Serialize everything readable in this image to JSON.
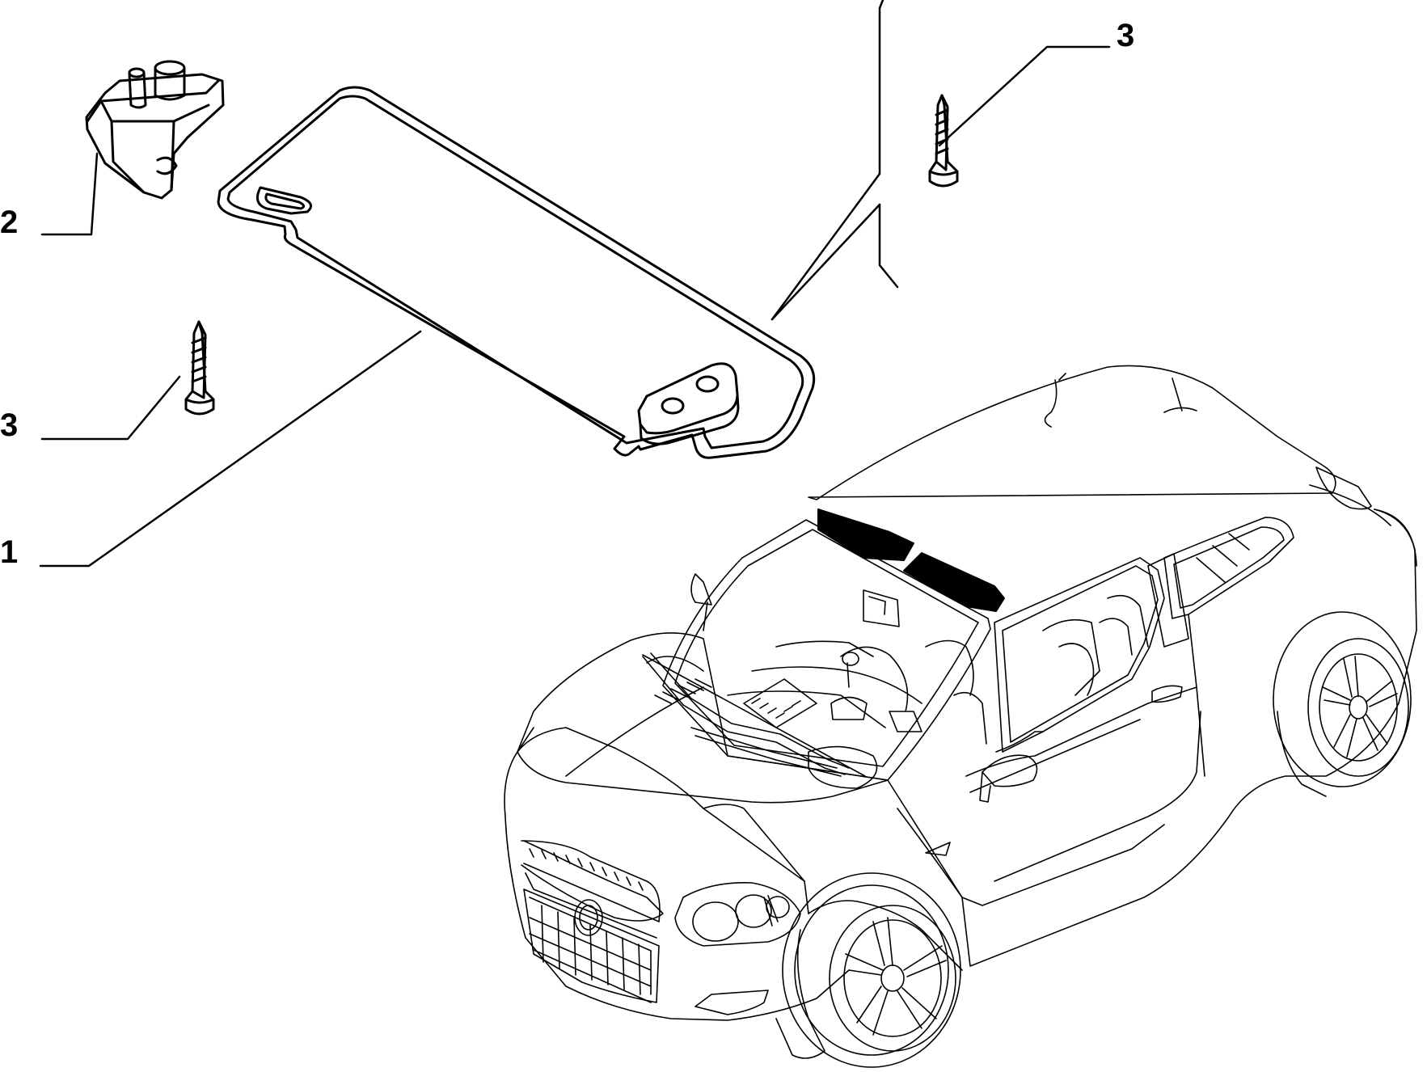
{
  "callouts": {
    "sun_visor": "1",
    "visor_clip": "2",
    "screw_left": "3",
    "screw_top": "3"
  },
  "colors": {
    "line": "#000000",
    "background": "#ffffff",
    "highlight": "#000000"
  }
}
